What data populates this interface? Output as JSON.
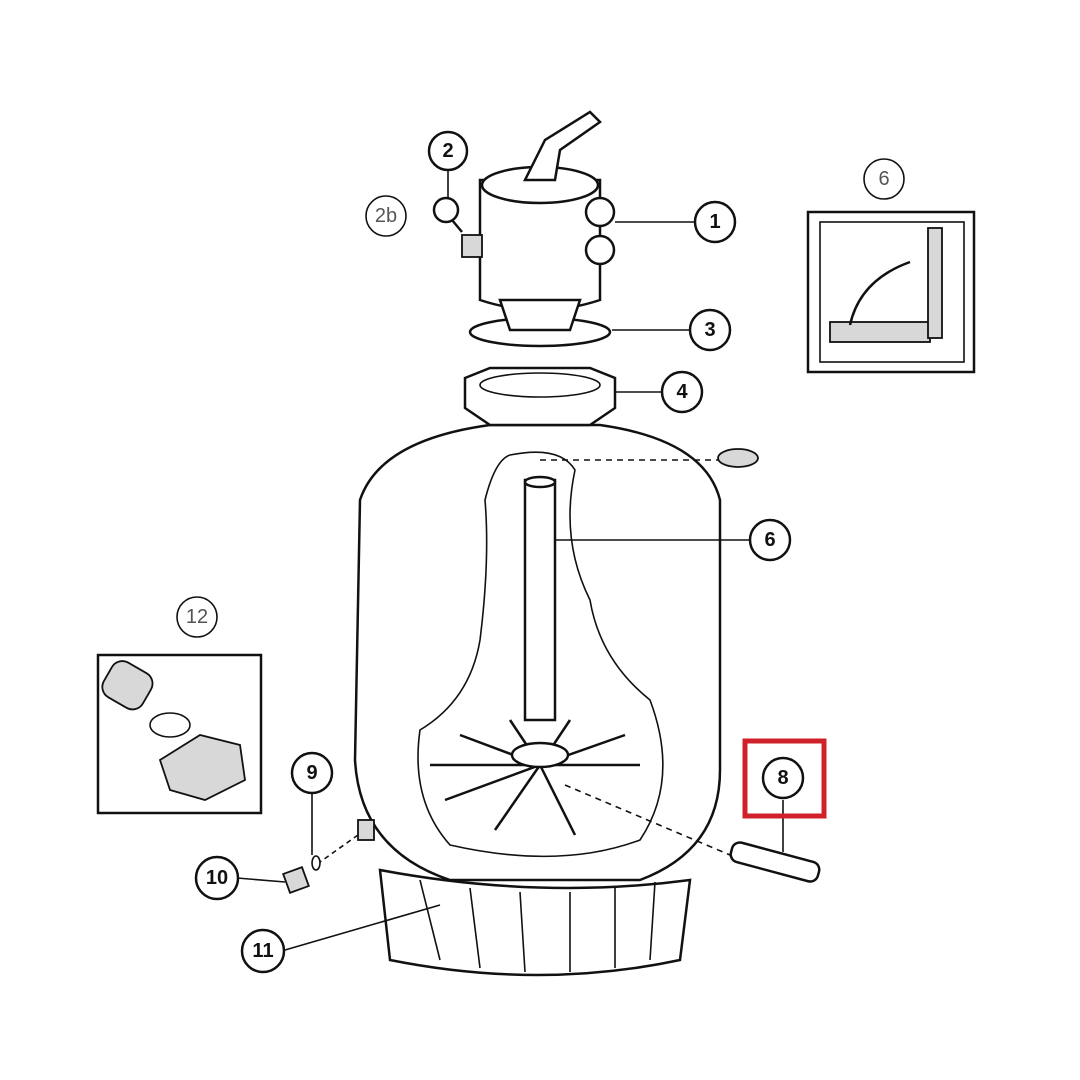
{
  "diagram": {
    "callouts": {
      "c1": "1",
      "c2": "2",
      "c2b": "2b",
      "c3": "3",
      "c4": "4",
      "c6_inset": "6",
      "c6": "6",
      "c8": "8",
      "c9": "9",
      "c10": "10",
      "c11": "11",
      "c12": "12"
    },
    "highlight_color": "#d0202a",
    "highlighted_part": "8"
  }
}
